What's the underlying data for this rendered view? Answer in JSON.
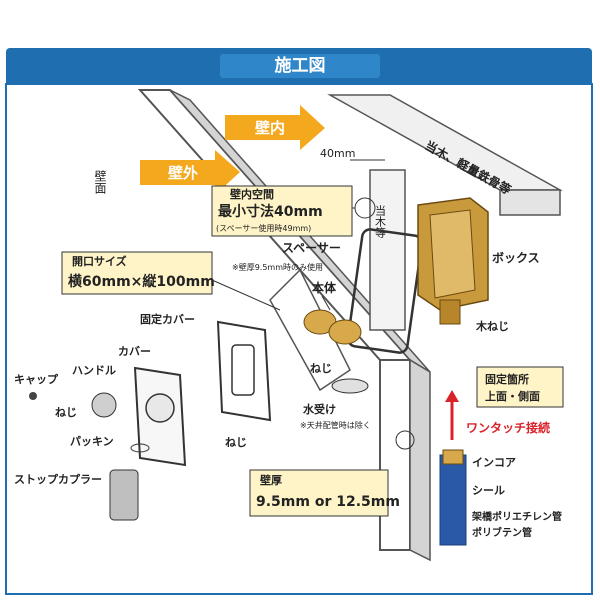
{
  "title": "施工図",
  "labels": {
    "inner_wall": "壁内",
    "outer_wall": "壁外",
    "wall_surface": "壁面",
    "stud": "当木、軽量鉄骨等",
    "stud_side": "当木等",
    "gap_40": "40mm",
    "space_title": "壁内空間",
    "space_min": "最小寸法40mm",
    "space_note": "(スペーサー使用時49mm)",
    "opening_title": "開口サイズ",
    "opening_size": "横60mm×縦100mm",
    "spacer": "スペーサー",
    "spacer_note": "※壁厚9.5mm時のみ使用",
    "box": "ボックス",
    "body_part": "本体",
    "fixing_cover": "固定カバー",
    "cover": "カバー",
    "cap": "キャップ",
    "handle": "ハンドル",
    "screw": "ねじ",
    "wood_screw": "木ねじ",
    "fixing_points": "固定箇所",
    "fixing_points_2": "上面・側面",
    "one_touch": "ワンタッチ接続",
    "water_receiver": "水受け",
    "water_note": "※天井配管時は除く",
    "packing": "パッキン",
    "stop_coupler": "ストップカプラー",
    "wall_thickness_title": "壁厚",
    "wall_thickness": "9.5mm or 12.5mm",
    "incore": "インコア",
    "seal": "シール",
    "pipe_1": "架橋ポリエチレン管",
    "pipe_2": "ポリブテン管"
  },
  "colors": {
    "banner": "#1f6fb0",
    "arrow_orange": "#f3a81e",
    "callout_fill": "#f5d36a",
    "red": "#d8232a",
    "brass": "#c99a3c"
  }
}
